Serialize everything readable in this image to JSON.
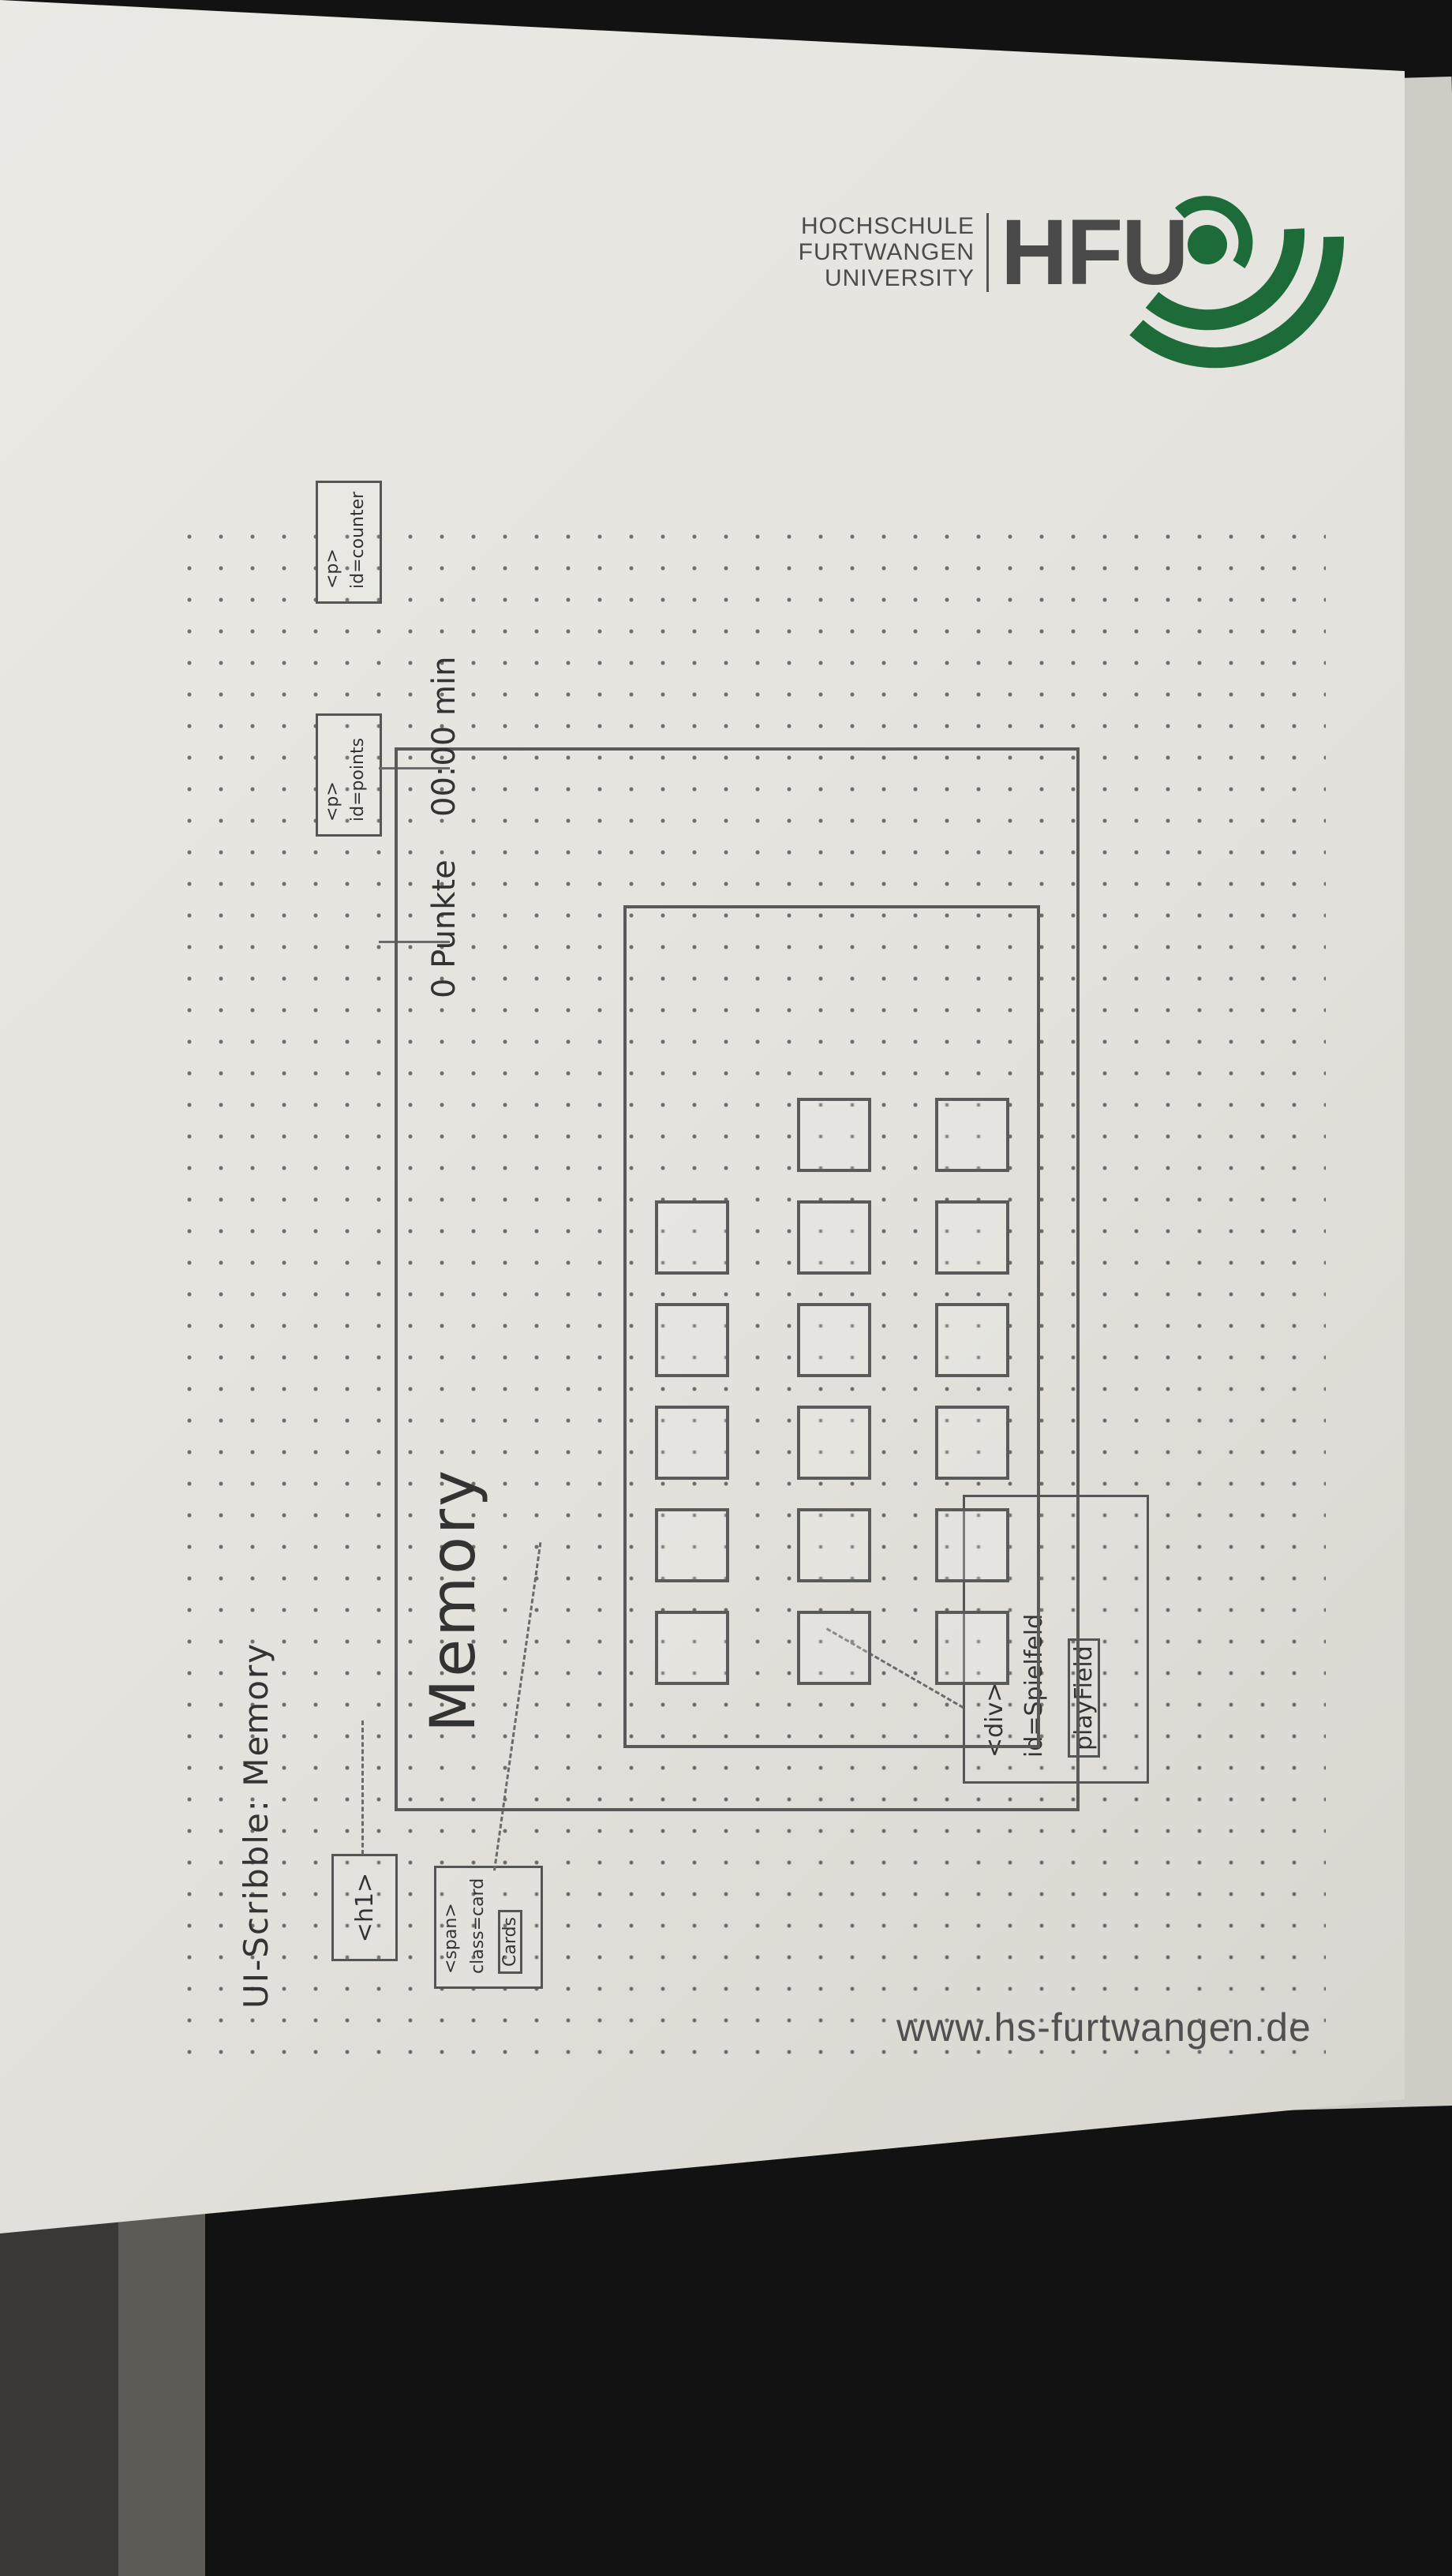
{
  "document": {
    "header_logo": {
      "lines": [
        "HOCHSCHULE",
        "FURTWANGEN",
        "UNIVERSITY"
      ],
      "mark": "HFU",
      "brand_color": "#1e6b3a"
    },
    "footer_url": "www.hs-furtwangen.de"
  },
  "scribble": {
    "title": "UI-Scribble: Memory",
    "heading_tag": "<h1>",
    "heading_text": "Memory",
    "card_note": {
      "tag": "<span>",
      "attr": "class=card",
      "ident": "Cards"
    },
    "playfield_note": {
      "tag": "<div>",
      "attr": "id=Spielfeld",
      "ident": "playField"
    },
    "points_note": {
      "tag": "<p>",
      "attr": "id=points"
    },
    "counter_note": {
      "tag": "<p>",
      "attr": "id=counter"
    },
    "points_text": "0 Punkte",
    "timer_text": "00:00 min",
    "card_grid": {
      "row_counts": [
        5,
        6,
        6
      ]
    }
  }
}
